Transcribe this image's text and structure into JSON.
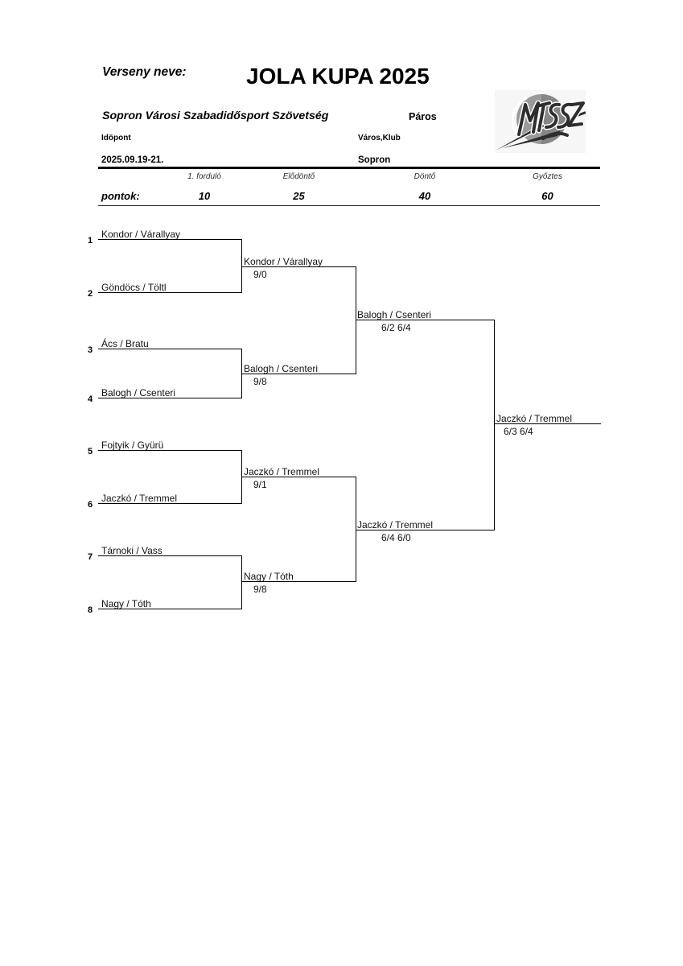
{
  "header": {
    "competition_label": "Verseny neve:",
    "title": "JOLA KUPA 2025",
    "organizer": "Sopron Városi Szabadidősport Szövetség",
    "category": "Páros",
    "date_label": "Idöpont",
    "date": "2025.09.19-21.",
    "venue_label": "Város,Klub",
    "venue": "Sopron"
  },
  "points_table": {
    "label": "pontok:",
    "columns": [
      {
        "round": "1. forduló",
        "points": 10
      },
      {
        "round": "Elődöntő",
        "points": 25
      },
      {
        "round": "Döntő",
        "points": 40
      },
      {
        "round": "Győztes",
        "points": 60
      }
    ]
  },
  "bracket": {
    "round_1": [
      {
        "seed": 1,
        "team": "Kondor / Várallyay"
      },
      {
        "seed": 2,
        "team": "Göndöcs / Töltl"
      },
      {
        "seed": 3,
        "team": "Ács / Bratu"
      },
      {
        "seed": 4,
        "team": "Balogh / Csenteri"
      },
      {
        "seed": 5,
        "team": "Fojtyik / Gyürü"
      },
      {
        "seed": 6,
        "team": "Jaczkó / Tremmel"
      },
      {
        "seed": 7,
        "team": "Tárnoki / Vass"
      },
      {
        "seed": 8,
        "team": "Nagy / Tóth"
      }
    ],
    "round_2": [
      {
        "team": "Kondor / Várallyay",
        "score": "9/0"
      },
      {
        "team": "Balogh / Csenteri",
        "score": "9/8"
      },
      {
        "team": "Jaczkó / Tremmel",
        "score": "9/1"
      },
      {
        "team": "Nagy / Tóth",
        "score": "9/8"
      }
    ],
    "round_3": [
      {
        "team": "Balogh / Csenteri",
        "score": "6/2 6/4"
      },
      {
        "team": "Jaczkó / Tremmel",
        "score": "6/4 6/0"
      }
    ],
    "winner": {
      "team": "Jaczkó / Tremmel",
      "score": "6/3 6/4"
    }
  },
  "icons": {
    "logo": "association-logo"
  },
  "colors": {
    "text": "#000000",
    "logo_circle": "#939393",
    "logo_lettering": "#2e2e2e"
  }
}
